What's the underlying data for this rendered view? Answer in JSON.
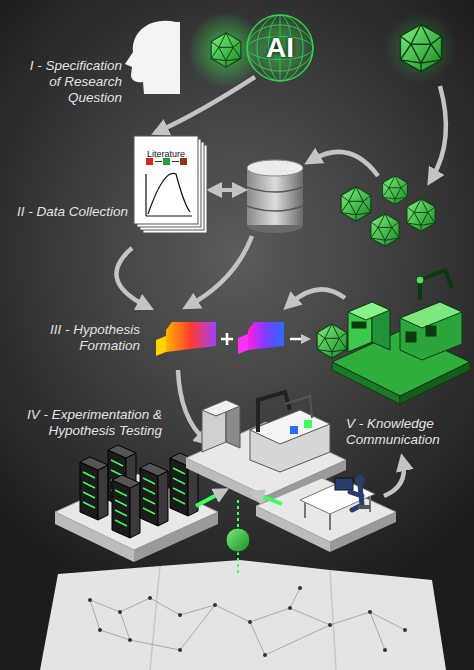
{
  "diagram": {
    "nodes": [
      {
        "text": [
          "AI"
        ]
      },
      {
        "text": [
          "Literature"
        ]
      }
    ],
    "edges": [
      {
        "from": 0,
        "to": 1,
        "arrow": "to"
      }
    ],
    "labels": [
      "I - Specification of Research Question",
      "II - Data Collection",
      "III - Hypothesis Formation",
      "IV - Experimentation & Hypothesis Testing",
      "V - Knowledge Communication"
    ]
  }
}
